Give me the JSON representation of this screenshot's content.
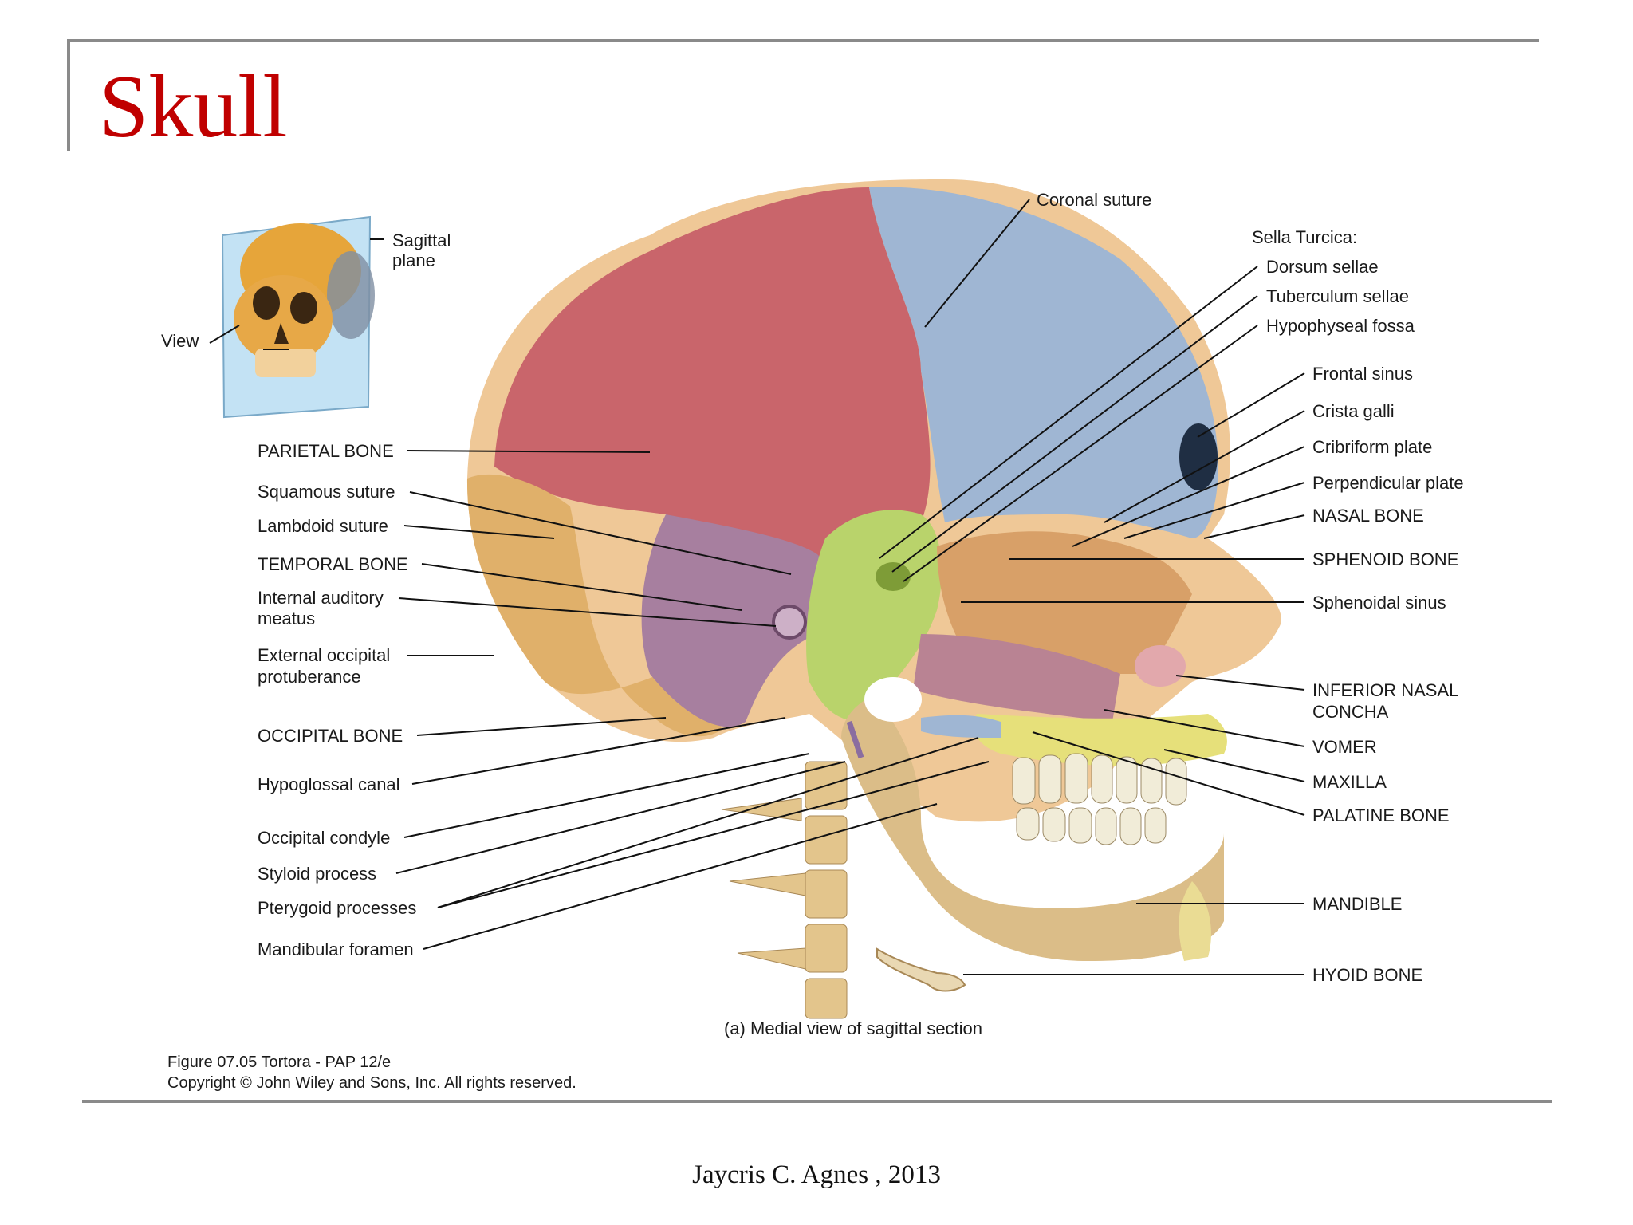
{
  "slide": {
    "title": "Skull",
    "footer": "Jaycris C. Agnes , 2013"
  },
  "figure": {
    "caption": "(a) Medial view of sagittal section",
    "credit_line1": "Figure 07.05  Tortora - PAP 12/e",
    "credit_line2": "Copyright © John Wiley and Sons, Inc. All rights reserved.",
    "inset": {
      "plane_label_1": "Sagittal",
      "plane_label_2": "plane",
      "view_label": "View"
    },
    "left_labels": [
      {
        "lines": [
          "PARIETAL BONE"
        ]
      },
      {
        "lines": [
          "Squamous suture"
        ]
      },
      {
        "lines": [
          "Lambdoid suture"
        ]
      },
      {
        "lines": [
          "TEMPORAL BONE"
        ]
      },
      {
        "lines": [
          "Internal auditory",
          "meatus"
        ]
      },
      {
        "lines": [
          "External occipital",
          "protuberance"
        ]
      },
      {
        "lines": [
          "OCCIPITAL BONE"
        ]
      },
      {
        "lines": [
          "Hypoglossal canal"
        ]
      },
      {
        "lines": [
          "Occipital condyle"
        ]
      },
      {
        "lines": [
          "Styloid process"
        ]
      },
      {
        "lines": [
          "Pterygoid processes"
        ]
      },
      {
        "lines": [
          "Mandibular foramen"
        ]
      }
    ],
    "top_labels": [
      {
        "lines": [
          "Coronal suture"
        ]
      },
      {
        "lines": [
          "Sella Turcica:"
        ]
      },
      {
        "lines": [
          "Dorsum sellae"
        ]
      },
      {
        "lines": [
          "Tuberculum sellae"
        ]
      },
      {
        "lines": [
          "Hypophyseal fossa"
        ]
      }
    ],
    "right_labels": [
      {
        "lines": [
          "Frontal sinus"
        ]
      },
      {
        "lines": [
          "Crista galli"
        ]
      },
      {
        "lines": [
          "Cribriform plate"
        ]
      },
      {
        "lines": [
          "Perpendicular plate"
        ]
      },
      {
        "lines": [
          "NASAL BONE"
        ]
      },
      {
        "lines": [
          "SPHENOID BONE"
        ]
      },
      {
        "lines": [
          "Sphenoidal sinus"
        ]
      },
      {
        "lines": [
          "INFERIOR NASAL",
          "CONCHA"
        ]
      },
      {
        "lines": [
          "VOMER"
        ]
      },
      {
        "lines": [
          "MAXILLA"
        ]
      },
      {
        "lines": [
          "PALATINE BONE"
        ]
      },
      {
        "lines": [
          "MANDIBLE"
        ]
      },
      {
        "lines": [
          "HYOID BONE"
        ]
      }
    ],
    "colors": {
      "parietal": "#c9656b",
      "frontal": "#9fb6d3",
      "temporal": "#a77f9f",
      "occipital": "#e0b06a",
      "sphenoid": "#b9d36b",
      "maxilla": "#e6e07a",
      "mandible": "#dbbd88",
      "ethmoid": "#d8a068",
      "teeth": "#f1ecd8",
      "title": "#c00000"
    }
  }
}
